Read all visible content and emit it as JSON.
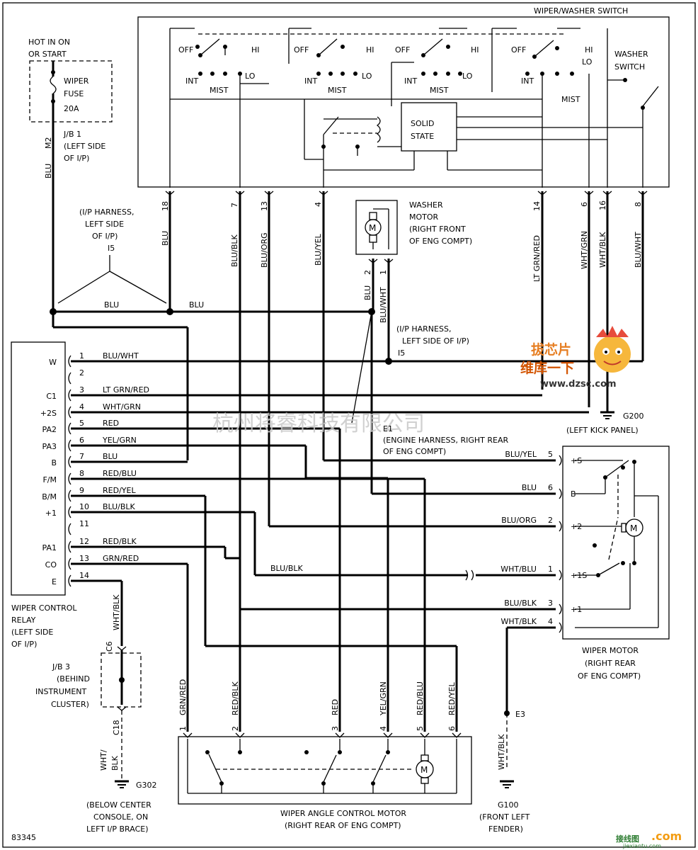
{
  "switch_title": "WIPER/WASHER SWITCH",
  "switch_labels": {
    "off": "OFF",
    "hi": "HI",
    "int": "INT",
    "mist": "MIST",
    "lo": "LO"
  },
  "washer_switch": [
    "WASHER",
    "SWITCH"
  ],
  "solid_state": [
    "SOLID",
    "STATE"
  ],
  "hot_label": [
    "HOT IN ON",
    "OR START"
  ],
  "fuse": [
    "WIPER",
    "FUSE",
    "20A"
  ],
  "jb1": {
    "pin": "M2",
    "lines": [
      "J/B 1",
      "(LEFT SIDE",
      "OF I/P)"
    ]
  },
  "wire_blu": "BLU",
  "ip_harness_top": [
    "(I/P HARNESS,",
    "LEFT SIDE",
    "OF I/P)",
    "I5"
  ],
  "ip_harness_mid": [
    "(I/P HARNESS,",
    "LEFT SIDE OF I/P)",
    "I5"
  ],
  "switch_pins": [
    {
      "num": "18",
      "color": "BLU"
    },
    {
      "num": "7",
      "color": "BLU/BLK"
    },
    {
      "num": "13",
      "color": "BLU/ORG"
    },
    {
      "num": "4",
      "color": "BLU/YEL"
    },
    {
      "num": "14",
      "color": "LT GRN/RED"
    },
    {
      "num": "6",
      "color": "WHT/GRN"
    },
    {
      "num": "16",
      "color": "WHT/BLK"
    },
    {
      "num": "8",
      "color": "BLU/WHT"
    }
  ],
  "washer_motor": {
    "lines": [
      "WASHER",
      "MOTOR",
      "(RIGHT FRONT",
      "OF ENG COMPT)"
    ],
    "pins": [
      {
        "num": "2",
        "color": "BLU"
      },
      {
        "num": "1",
        "color": "BLU/WHT"
      }
    ]
  },
  "relay": {
    "lines": [
      "WIPER CONTROL",
      "RELAY",
      "(LEFT SIDE",
      "OF I/P)"
    ],
    "terms": [
      {
        "term": "W",
        "num": "1",
        "color": "BLU/WHT"
      },
      {
        "term": "",
        "num": "2",
        "color": ""
      },
      {
        "term": "C1",
        "num": "3",
        "color": "LT GRN/RED"
      },
      {
        "term": "+2S",
        "num": "4",
        "color": "WHT/GRN"
      },
      {
        "term": "PA2",
        "num": "5",
        "color": "RED"
      },
      {
        "term": "PA3",
        "num": "6",
        "color": "YEL/GRN"
      },
      {
        "term": "B",
        "num": "7",
        "color": "BLU"
      },
      {
        "term": "F/M",
        "num": "8",
        "color": "RED/BLU"
      },
      {
        "term": "B/M",
        "num": "9",
        "color": "RED/YEL"
      },
      {
        "term": "+1",
        "num": "10",
        "color": "BLU/BLK"
      },
      {
        "term": "",
        "num": "11",
        "color": ""
      },
      {
        "term": "PA1",
        "num": "12",
        "color": "RED/BLK"
      },
      {
        "term": "CO",
        "num": "13",
        "color": "GRN/RED"
      },
      {
        "term": "E",
        "num": "14",
        "color": ""
      }
    ]
  },
  "watermark": "杭州将睿科技有限公司",
  "logo": {
    "top": "拔芯片",
    "bottom": "维库一下",
    "url": "www.dzsc.com"
  },
  "g200": {
    "id": "G200",
    "lines": [
      "(LEFT KICK PANEL)"
    ]
  },
  "e1": {
    "id": "E1",
    "lines": [
      "(ENGINE HARNESS, RIGHT REAR",
      "OF ENG COMPT)"
    ]
  },
  "wiper_motor": {
    "lines": [
      "WIPER MOTOR",
      "(RIGHT REAR",
      "OF ENG COMPT)"
    ],
    "pins": [
      {
        "color": "BLU/YEL",
        "num": "5",
        "term": "+S"
      },
      {
        "color": "BLU",
        "num": "6",
        "term": "B"
      },
      {
        "color": "BLU/ORG",
        "num": "2",
        "term": "+2"
      },
      {
        "color": "WHT/BLU",
        "num": "1",
        "term": "+1S"
      },
      {
        "color": "BLU/BLK",
        "num": "3",
        "term": "+1"
      },
      {
        "color": "WHT/BLK",
        "num": "4",
        "term": ""
      }
    ]
  },
  "mid_blublk": "BLU/BLK",
  "relay_14_wire": "WHT/BLK",
  "c6": "C6",
  "c18": "C18",
  "jb3": [
    "J/B 3",
    "(BEHIND",
    "INSTRUMENT",
    "CLUSTER)"
  ],
  "g302_wire": [
    "WHT/",
    "BLK"
  ],
  "g302": {
    "id": "G302",
    "lines": [
      "(BELOW CENTER",
      "CONSOLE, ON",
      "LEFT I/P BRACE)"
    ]
  },
  "angle_motor": {
    "lines": [
      "WIPER ANGLE CONTROL MOTOR",
      "(RIGHT REAR OF ENG COMPT)"
    ],
    "pins": [
      {
        "num": "1",
        "color": "GRN/RED"
      },
      {
        "num": "2",
        "color": "RED/BLK"
      },
      {
        "num": "3",
        "color": "RED"
      },
      {
        "num": "4",
        "color": "YEL/GRN"
      },
      {
        "num": "5",
        "color": "RED/BLU"
      },
      {
        "num": "6",
        "color": "RED/YEL"
      }
    ]
  },
  "e3": "E3",
  "g100_wire": "WHT/BLK",
  "g100": {
    "id": "G100",
    "lines": [
      "(FRONT LEFT",
      "FENDER)"
    ]
  },
  "motor_symbol": "M",
  "figure_id": "83345",
  "footer_logo": {
    "cn": "接线图",
    "domain": ".com",
    "url": "jiexiantu.com"
  }
}
